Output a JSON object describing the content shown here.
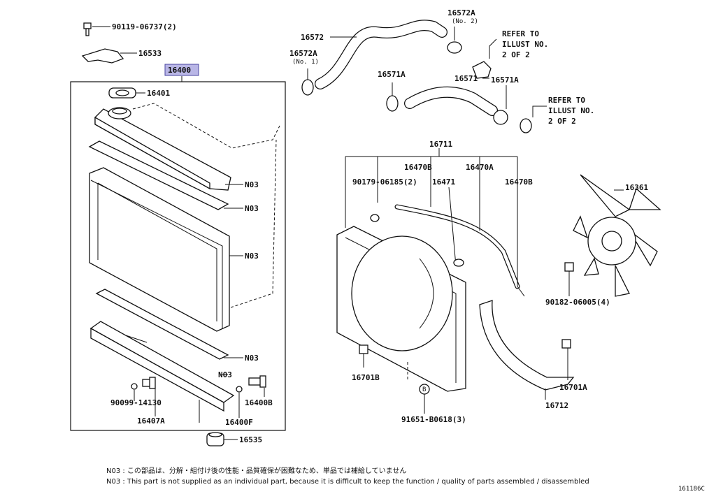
{
  "parts": {
    "p90119": "90119-06737(2)",
    "p16533": "16533",
    "p16400": "16400",
    "p16401": "16401",
    "p16572_top": "16572",
    "p16572A_2": "16572A",
    "no2": "(No. 2)",
    "p16572A_1": "16572A",
    "no1": "(No. 1)",
    "p16571A_a": "16571A",
    "p16571": "16571",
    "p16571A_b": "16571A",
    "p16711": "16711",
    "p16470B_a": "16470B",
    "p16470A": "16470A",
    "p90179": "90179-06185(2)",
    "p16471": "16471",
    "p16470B_b": "16470B",
    "p16361": "16361",
    "p90182": "90182-06005(4)",
    "p16701B": "16701B",
    "p16701A": "16701A",
    "p16712": "16712",
    "p91651": "91651-B0618(3)",
    "circleB": "B",
    "p90099": "90099-14130",
    "p16407A": "16407A",
    "p16400B": "16400B",
    "p16400F": "16400F",
    "p16535": "16535",
    "n03": "N03"
  },
  "refer1": [
    "REFER TO",
    "ILLUST NO.",
    "2 OF 2"
  ],
  "refer2": [
    "REFER TO",
    "ILLUST NO.",
    "2 OF 2"
  ],
  "notes": {
    "jp": "N03 : この部品は、分解・組付け後の性能・品質確保が困難なため、単品では補給していません",
    "en": "N03 : This part is not supplied as an individual part, because it is difficult to keep the function / quality of parts assembled / disassembled"
  },
  "figure_id": "161186C"
}
